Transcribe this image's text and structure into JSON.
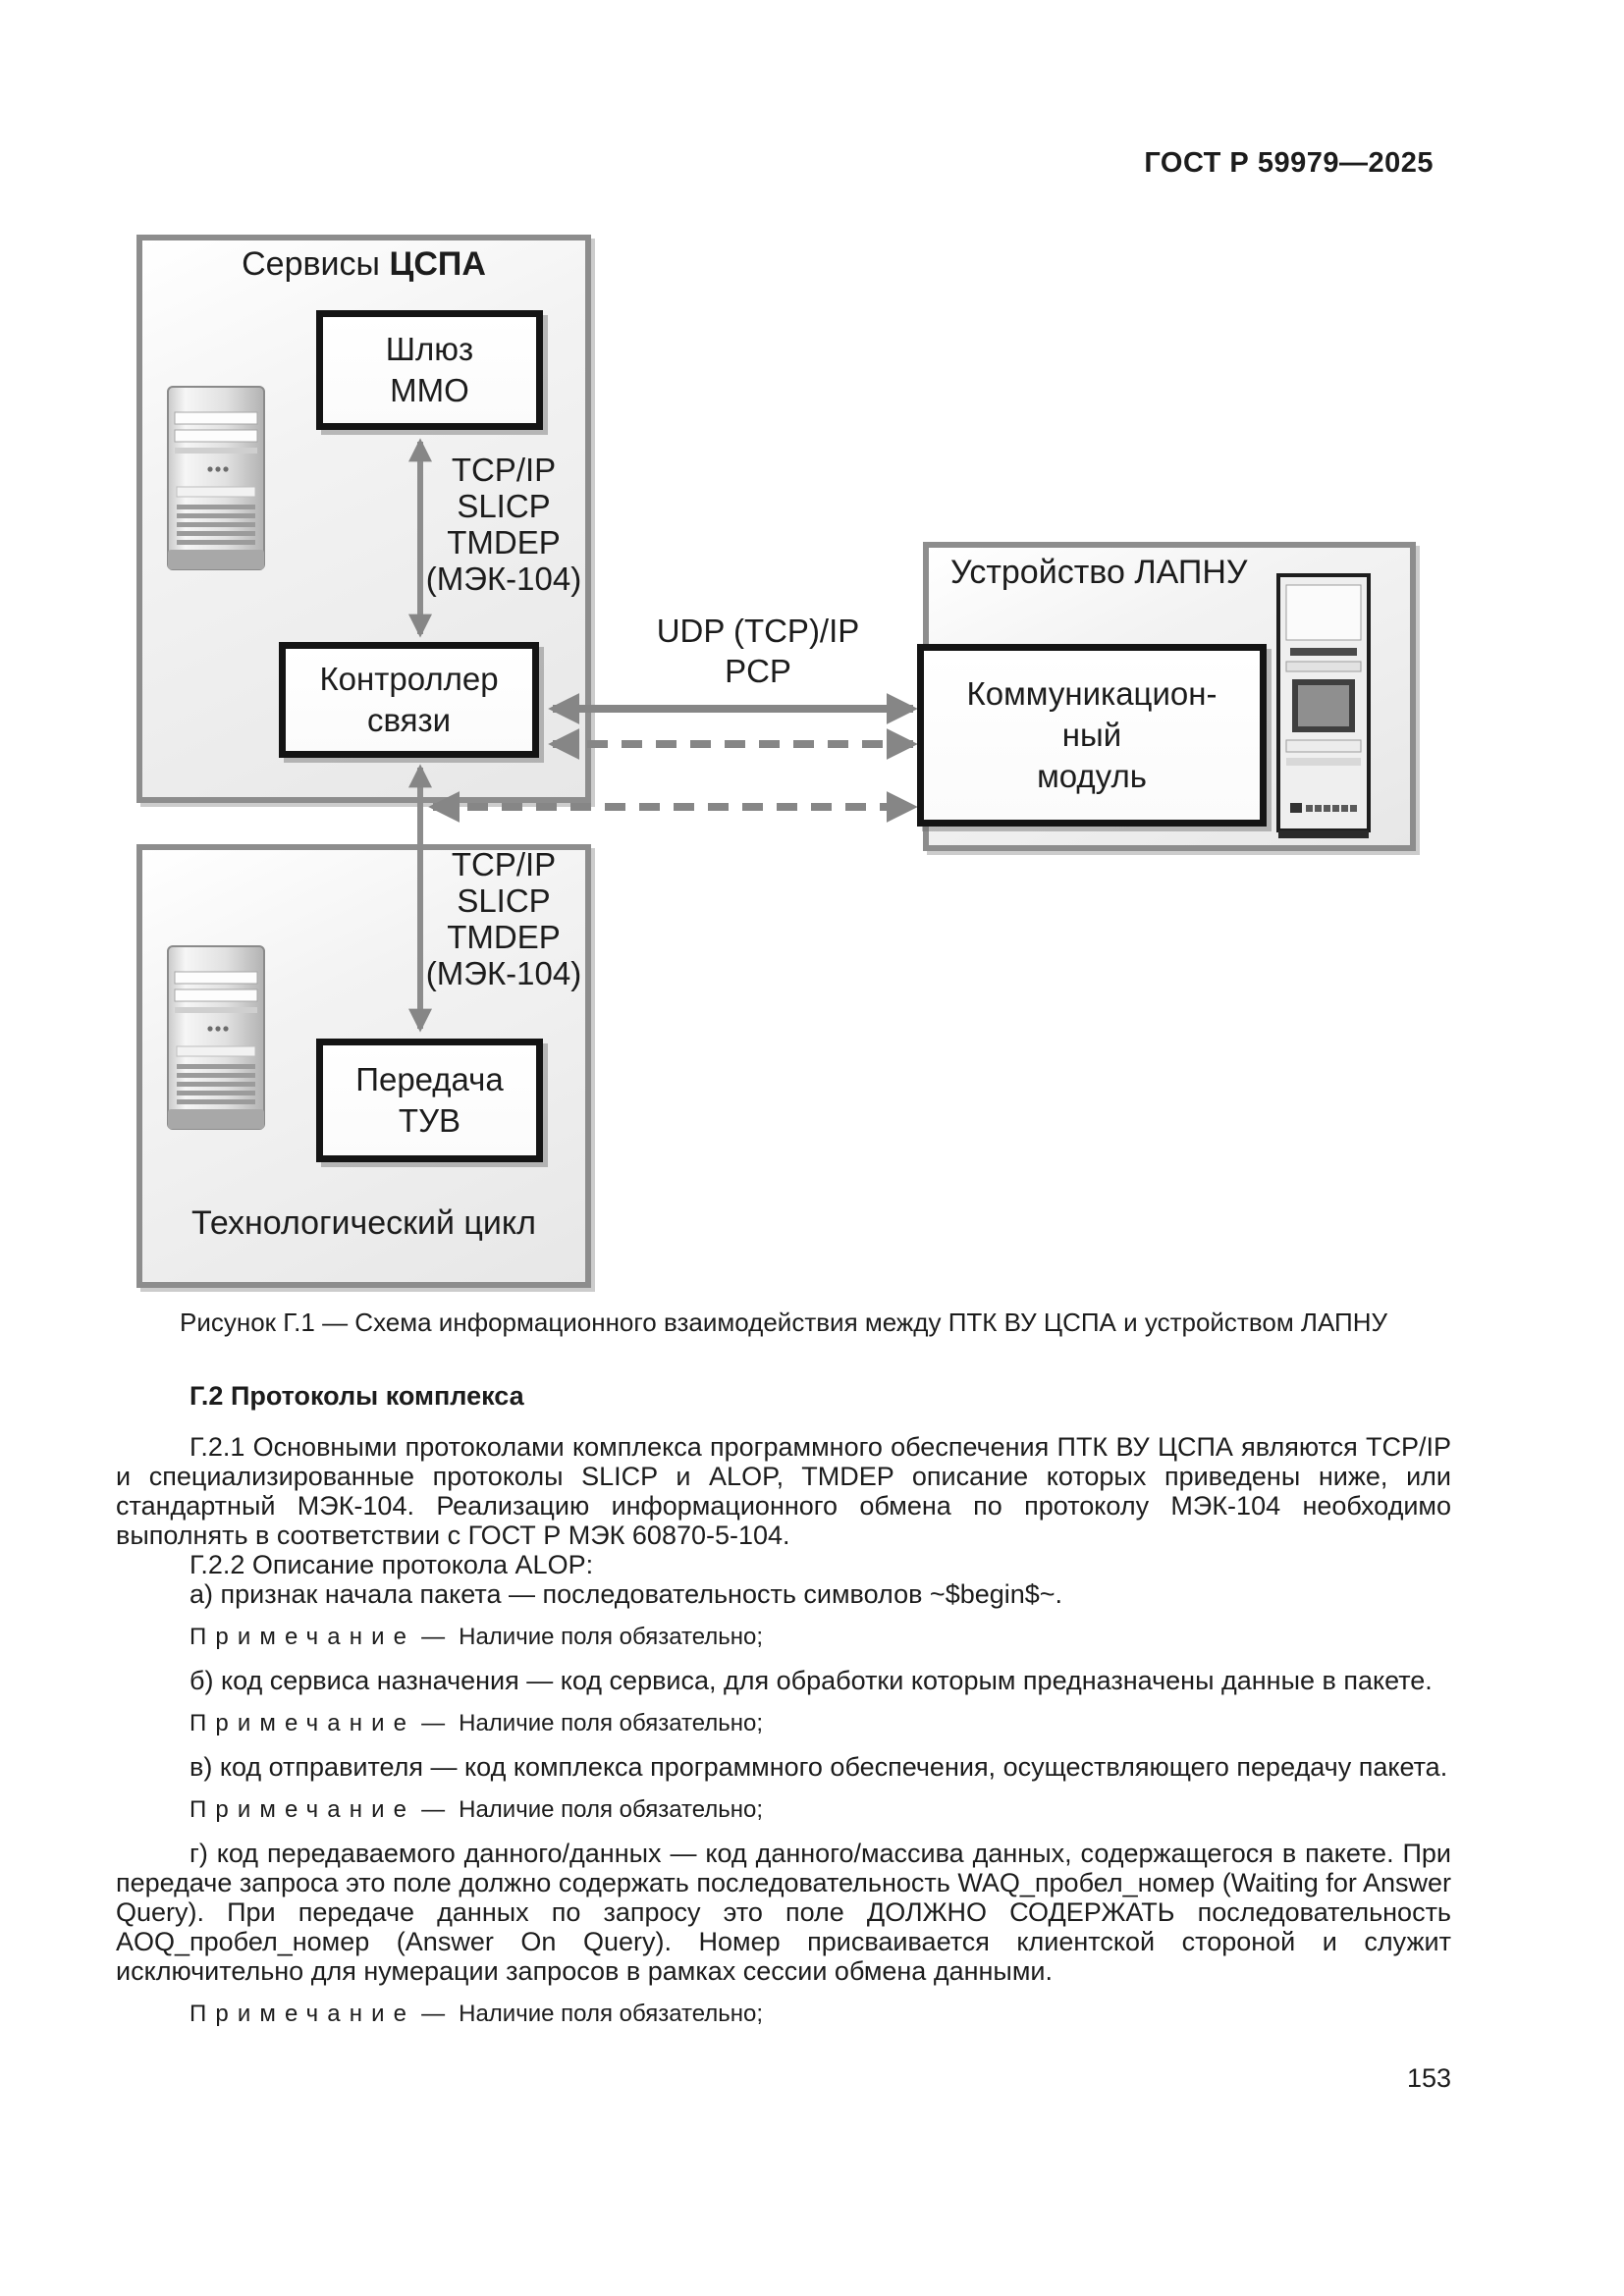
{
  "header": {
    "doc_code": "ГОСТ Р 59979—2025"
  },
  "diagram": {
    "services": {
      "title_prefix": "Сервисы",
      "title_bold": "ЦСПА",
      "gateway_line1": "Шлюз",
      "gateway_line2": "ММО",
      "protocols": [
        "TCP/IP",
        "SLICP",
        "TMDEP",
        "(МЭК-104)"
      ],
      "controller_line1": "Контроллер",
      "controller_line2": "связи"
    },
    "link": {
      "line1": "UDP (TCP)/IP",
      "line2": "PCP"
    },
    "lapnu": {
      "title": "Устройство ЛАПНУ",
      "module_line1": "Коммуникацион-",
      "module_line2": "ный",
      "module_line3": "модуль"
    },
    "tech": {
      "title": "Технологический цикл",
      "protocols": [
        "TCP/IP",
        "SLICP",
        "TMDEP",
        "(МЭК-104)"
      ],
      "transfer_line1": "Передача",
      "transfer_line2": "ТУВ"
    },
    "icons": {
      "server": "server-tower-icon",
      "rack": "equipment-rack-icon"
    },
    "colors": {
      "outer_box_border": "#8d8d8d",
      "inner_box_border": "#141414",
      "arrow_gray": "#868686"
    }
  },
  "figure_caption": "Рисунок Г.1 — Схема информационного взаимодействия между ПТК ВУ ЦСПА и устройством ЛАПНУ",
  "content": {
    "heading": "Г.2 Протоколы комплекса",
    "p_g21": "Г.2.1 Основными протоколами комплекса программного обеспечения ПТК ВУ ЦСПА являются TCP/IP и специализированные протоколы SLICP и ALOP, TMDEP описание которых приведены ниже, или стандартный МЭК-104. Реализацию информационного обмена по протоколу МЭК-104 необходимо выполнять в соответствии с ГОСТ Р МЭК 60870-5-104.",
    "p_g22": "Г.2.2 Описание протокола ALOP:",
    "item_a": "а) признак начала пакета — последовательность символов ~$begin$~.",
    "item_b": "б) код сервиса назначения — код сервиса, для обработки которым предназначены данные в пакете.",
    "item_v": "в) код отправителя — код комплекса программного обеспечения, осуществляющего передачу пакета.",
    "item_g": "г) код передаваемого данного/данных — код данного/массива данных, содержащегося в пакете. При передаче запроса это поле должно содержать последовательность WAQ_пробел_номер (Waiting for Answer Query). При передаче данных по запросу это поле ДОЛЖНО СОДЕРЖАТЬ последовательность AOQ_пробел_номер (Answer On Query). Номер присваивается клиентской стороной и служит исключительно для нумерации запросов в рамках сессии обмена данными.",
    "note_label": "Примечание",
    "note_dash": "—",
    "note_text": "Наличие поля обязательно;"
  },
  "footer": {
    "page_number": "153"
  }
}
